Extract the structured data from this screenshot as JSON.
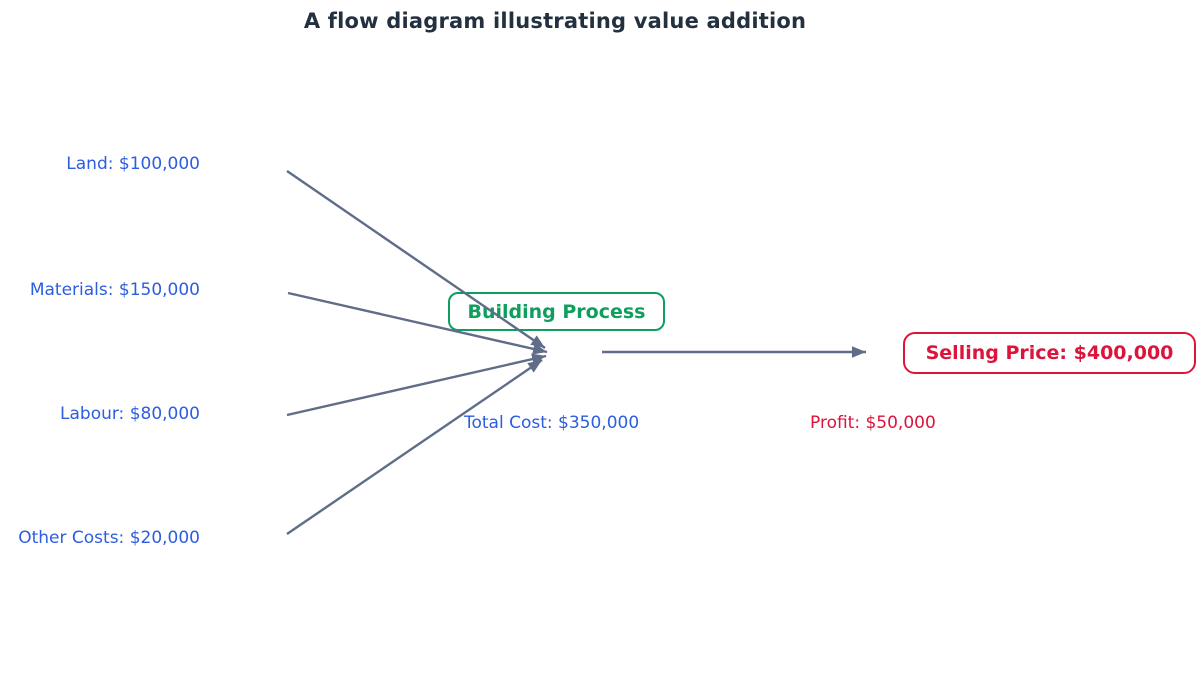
{
  "title": "A flow diagram illustrating value addition",
  "diagram": {
    "type": "flow",
    "inputs": [
      {
        "name": "Land",
        "value": 100000,
        "label": "Land: $100,000"
      },
      {
        "name": "Materials",
        "value": 150000,
        "label": "Materials: $150,000"
      },
      {
        "name": "Labour",
        "value": 80000,
        "label": "Labour: $80,000"
      },
      {
        "name": "Other Costs",
        "value": 20000,
        "label": "Other Costs: $20,000"
      }
    ],
    "process": {
      "label": "Building Process"
    },
    "total_cost": {
      "label": "Total Cost: $350,000",
      "value": 350000
    },
    "selling_price": {
      "label": "Selling Price: $400,000",
      "value": 400000
    },
    "profit": {
      "label": "Profit: $50,000",
      "value": 50000
    }
  },
  "colors": {
    "title_text": "#23303f",
    "input_text": "#2d5de0",
    "process_accent": "#0e9f5e",
    "price_accent": "#dc143c",
    "arrow": "#5f6d89"
  }
}
